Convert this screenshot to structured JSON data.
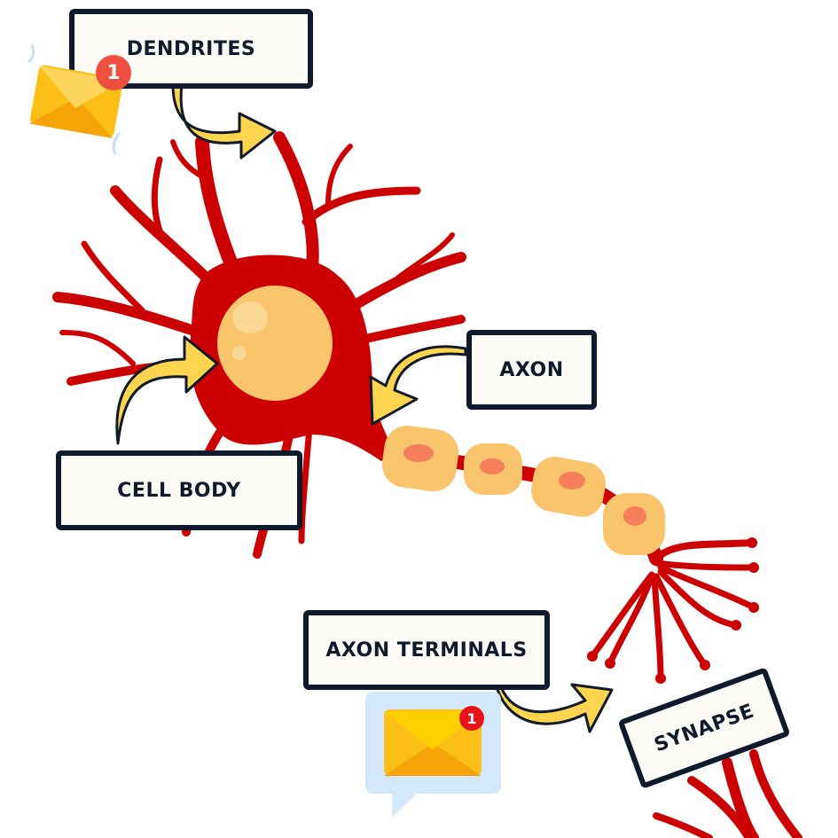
{
  "labels": {
    "dendrites": "DENDRITES",
    "axon": "AXON",
    "cell_body": "CELL BODY",
    "axon_terminals": "AXON TERMINALS",
    "synapse": "SYNAPSE"
  },
  "notifications": {
    "top_mail_badge": "1",
    "bubble_mail_badge": "1"
  },
  "colors": {
    "neuron": "#cc0000",
    "cell_body": "#f9c46b",
    "myelin": "#f9c46b",
    "node": "#f47f5a",
    "arrow": "#ffd54f",
    "outline": "#0f1b2d"
  }
}
